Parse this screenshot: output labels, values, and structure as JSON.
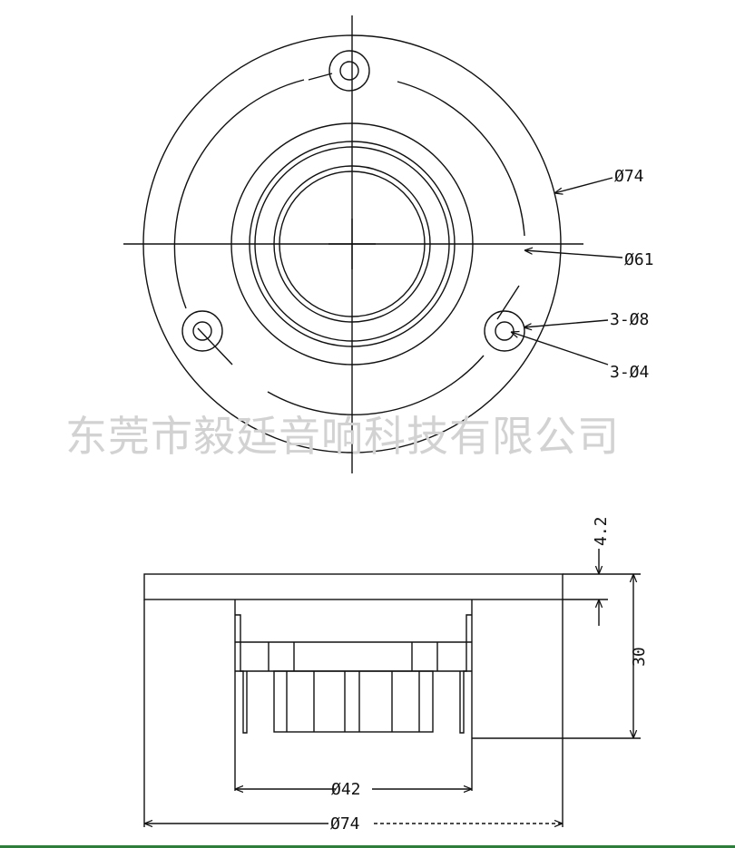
{
  "watermark": "东莞市毅廷音响科技有限公司",
  "top_view": {
    "labels": {
      "outer_diameter": "Ø74",
      "ring_diameter": "Ø61",
      "hole_outer": "3-Ø8",
      "hole_inner": "3-Ø4"
    }
  },
  "side_view": {
    "labels": {
      "flange_thickness": "4.2",
      "overall_height": "30",
      "body_diameter": "Ø42",
      "flange_diameter": "Ø74"
    }
  },
  "colors": {
    "line": "#111111",
    "watermark": "#d2d2d2",
    "bottom_rule": "#2e7d3a"
  }
}
